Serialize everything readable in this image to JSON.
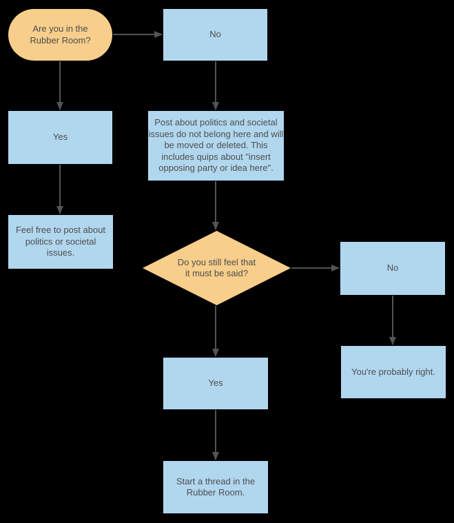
{
  "palette": {
    "background": "#000000",
    "process_fill": "#B1D7EF",
    "accent_fill": "#F7CE8B",
    "text_color": "#4D4D4D",
    "connector_color": "#545454"
  },
  "diagram": {
    "nodes": {
      "start": {
        "type": "terminator",
        "label": "Are you in the Rubber Room?"
      },
      "no_top": {
        "type": "process",
        "label": "No"
      },
      "yes_left": {
        "type": "process",
        "label": "Yes"
      },
      "feel_free": {
        "type": "process",
        "label": "Feel free to post about politics or societal issues."
      },
      "policy": {
        "type": "process",
        "label": "Post about politics and societal issues do not belong here and will be moved or deleted. This includes quips about \"insert opposing party or idea here\"."
      },
      "decision": {
        "type": "decision",
        "label": "Do you still feel that it must be said?"
      },
      "no_right": {
        "type": "process",
        "label": "No"
      },
      "probably_right": {
        "type": "process",
        "label": "You're probably right."
      },
      "yes_bottom": {
        "type": "process",
        "label": "Yes"
      },
      "start_thread": {
        "type": "process",
        "label": "Start a thread in the Rubber Room."
      }
    },
    "edges": [
      {
        "from": "start",
        "to": "no_top"
      },
      {
        "from": "start",
        "to": "yes_left"
      },
      {
        "from": "no_top",
        "to": "policy"
      },
      {
        "from": "yes_left",
        "to": "feel_free"
      },
      {
        "from": "policy",
        "to": "decision"
      },
      {
        "from": "decision",
        "to": "no_right"
      },
      {
        "from": "decision",
        "to": "yes_bottom"
      },
      {
        "from": "no_right",
        "to": "probably_right"
      },
      {
        "from": "yes_bottom",
        "to": "start_thread"
      }
    ]
  }
}
